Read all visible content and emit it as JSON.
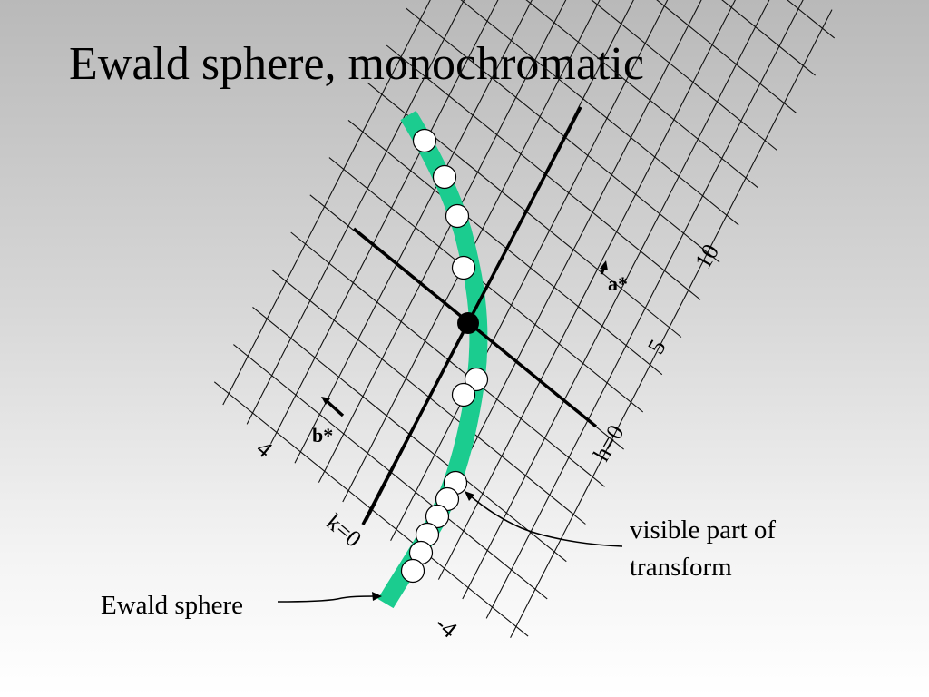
{
  "slide": {
    "title": "Ewald sphere, monochromatic"
  },
  "diagram": {
    "axis_labels": {
      "h_zero": "h=0",
      "k_zero": "k=0"
    },
    "vector_labels": {
      "a_star": "a*",
      "b_star": "b*"
    },
    "tick_labels": {
      "h_5": "5",
      "h_10": "10",
      "k_4": "4",
      "k_minus_4": "-4"
    },
    "annotations": {
      "ewald_sphere": "Ewald sphere",
      "visible_part_line1": "visible part of",
      "visible_part_line2": "transform"
    },
    "colors": {
      "sphere_band": "#1bcc8f",
      "grid_lines": "#111111",
      "origin": "#000000",
      "reflection_fill": "#ffffff"
    },
    "reflections_on_sphere": 12
  }
}
